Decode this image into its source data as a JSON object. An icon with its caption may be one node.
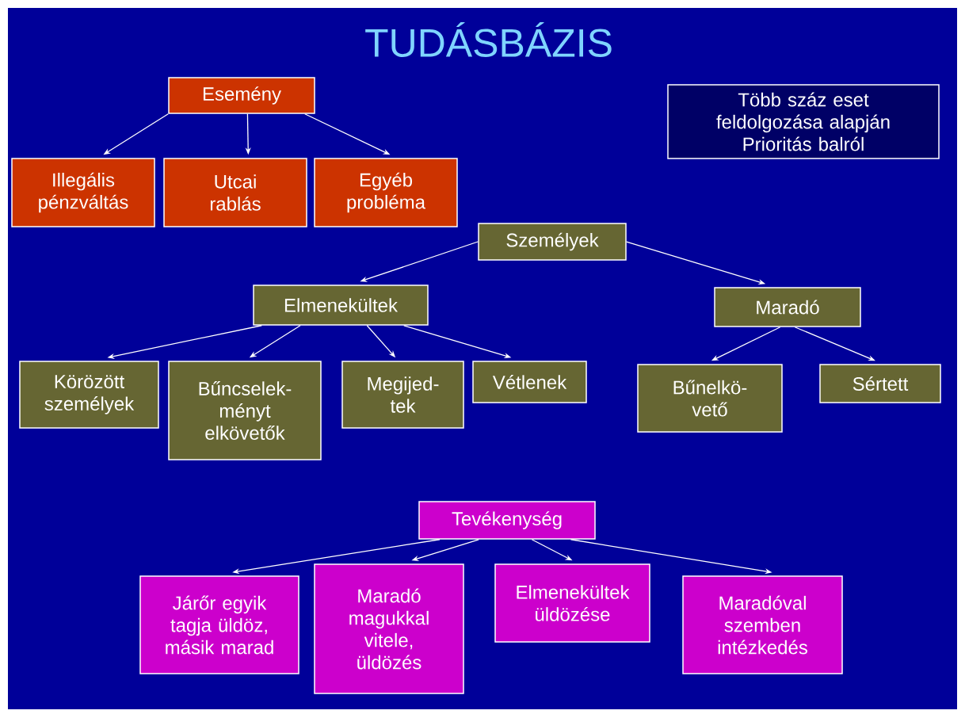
{
  "diagram": {
    "title": "TUDÁSBÁZIS",
    "nodes": [
      {
        "text": [
          "Esemény"
        ]
      },
      {
        "text": [
          "Illegális pénzváltás"
        ]
      },
      {
        "text": [
          "Utcai rablás"
        ]
      },
      {
        "text": [
          "Egyéb probléma"
        ]
      },
      {
        "text": [
          "Több száz eset feldolgozása alapján",
          "Prioritás balról"
        ]
      },
      {
        "text": [
          "Személyek"
        ]
      },
      {
        "text": [
          "Elmenekültek"
        ]
      },
      {
        "text": [
          "Maradó"
        ]
      },
      {
        "text": [
          "Körözött személyek"
        ]
      },
      {
        "text": [
          "Bűncselek- ményt elkövetők"
        ]
      },
      {
        "text": [
          "Megijed- tek"
        ]
      },
      {
        "text": [
          "Vétlenek"
        ]
      },
      {
        "text": [
          "Bűnelkö- vető"
        ]
      },
      {
        "text": [
          "Sértett"
        ]
      },
      {
        "text": [
          "Tevékenység"
        ]
      },
      {
        "text": [
          "Járőr egyik tagja üldöz, másik marad"
        ]
      },
      {
        "text": [
          "Maradó magukkal vitele, üldözés"
        ]
      },
      {
        "text": [
          "Elmenekültek üldözése"
        ]
      },
      {
        "text": [
          "Maradóval szemben intézkedés"
        ]
      }
    ],
    "edges": [
      {
        "from": 0,
        "to": 1,
        "arrow": "to"
      },
      {
        "from": 0,
        "to": 2,
        "arrow": "to"
      },
      {
        "from": 0,
        "to": 3,
        "arrow": "to"
      },
      {
        "from": 5,
        "to": 6,
        "arrow": "to"
      },
      {
        "from": 5,
        "to": 7,
        "arrow": "to"
      },
      {
        "from": 6,
        "to": 8,
        "arrow": "to"
      },
      {
        "from": 6,
        "to": 9,
        "arrow": "to"
      },
      {
        "from": 6,
        "to": 10,
        "arrow": "to"
      },
      {
        "from": 6,
        "to": 11,
        "arrow": "to"
      },
      {
        "from": 7,
        "to": 12,
        "arrow": "to"
      },
      {
        "from": 7,
        "to": 13,
        "arrow": "to"
      },
      {
        "from": 14,
        "to": 15,
        "arrow": "to"
      },
      {
        "from": 14,
        "to": 16,
        "arrow": "to"
      },
      {
        "from": 14,
        "to": 17,
        "arrow": "to"
      },
      {
        "from": 14,
        "to": 18,
        "arrow": "to"
      }
    ]
  }
}
